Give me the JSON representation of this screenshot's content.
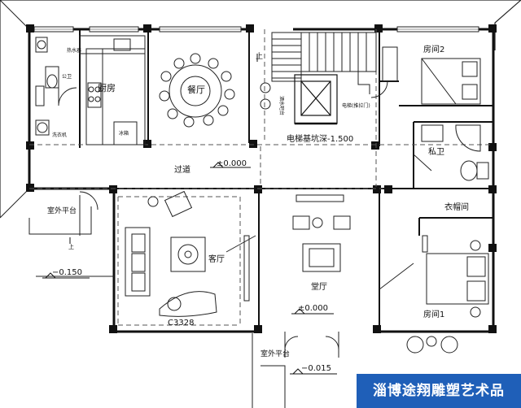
{
  "plan": {
    "rooms": {
      "kitchen": "厨房",
      "dining": "餐厅",
      "bedroom2": "房间2",
      "private_bath": "私卫",
      "walk_in_closet": "衣帽间",
      "corridor": "过道",
      "living": "客厅",
      "hall": "堂厅",
      "bedroom1": "房间1",
      "terrace_left": "室外平台",
      "terrace_bottom": "室外平台"
    },
    "small_labels": {
      "water_heater": "热水器",
      "public_wc": "公卫",
      "washer": "洗衣机",
      "fridge": "冰箱",
      "sideboard": "酒水吧台",
      "elevator": "电梯(推拉门)",
      "up_arrow_top": "上",
      "up_arrow_left": "上"
    },
    "elevations": {
      "elevator_pit": "电梯基坑深-1.500",
      "corridor": "±0.000",
      "hall": "±0.000",
      "terrace_left": "−0.150",
      "terrace_bottom": "−0.015"
    },
    "window_code": "C3328"
  },
  "watermark": "淄博途翔雕塑艺术品",
  "colors": {
    "wall": "#111111",
    "line": "#222222",
    "dash": "#555555",
    "watermark_bg": "#1f5fb8"
  }
}
